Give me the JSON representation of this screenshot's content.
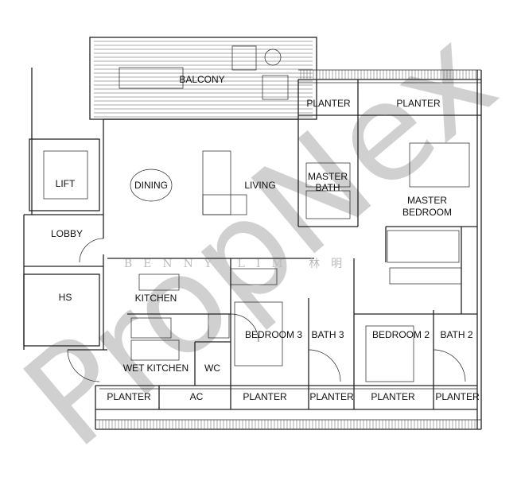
{
  "title": "Floor Plan",
  "rooms": {
    "balcony": "BALCONY",
    "planter_top_1": "PLANTER",
    "planter_top_2": "PLANTER",
    "lift": "LIFT",
    "lobby": "LOBBY",
    "hs": "HS",
    "dining": "DINING",
    "living": "LIVING",
    "master_bath_1": "MASTER",
    "master_bath_2": "BATH",
    "master_bedroom_1": "MASTER",
    "master_bedroom_2": "BEDROOM",
    "kitchen": "KITCHEN",
    "wet_kitchen": "WET KITCHEN",
    "wc": "WC",
    "bedroom3": "BEDROOM 3",
    "bath3": "BATH 3",
    "bedroom2": "BEDROOM 2",
    "bath2": "BATH 2",
    "planter_b1": "PLANTER",
    "ac": "AC",
    "planter_b2": "PLANTER",
    "planter_b3": "PLANTER",
    "planter_b4": "PLANTER",
    "planter_b5": "PLANTER"
  },
  "watermark_small": "BENNY LIM 林明",
  "watermark_large": "PropNex"
}
